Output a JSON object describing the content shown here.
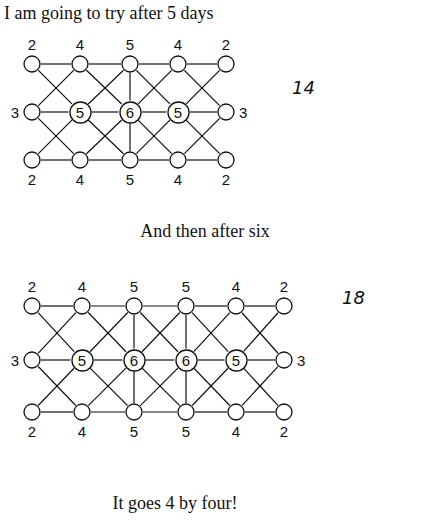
{
  "diagram": {
    "nodes": [
      {
        "text": [
          "2"
        ]
      },
      {
        "text": [
          "4"
        ]
      },
      {
        "text": [
          "5"
        ]
      },
      {
        "text": [
          "4"
        ]
      },
      {
        "text": [
          "2"
        ]
      },
      {
        "text": [
          "3"
        ]
      },
      {
        "text": [
          "5"
        ]
      },
      {
        "text": [
          "6"
        ]
      },
      {
        "text": [
          "5"
        ]
      },
      {
        "text": [
          "3"
        ]
      },
      {
        "text": [
          "2"
        ]
      },
      {
        "text": [
          "4"
        ]
      },
      {
        "text": [
          "5"
        ]
      },
      {
        "text": [
          "4"
        ]
      },
      {
        "text": [
          "2"
        ]
      },
      {
        "text": [
          "2"
        ]
      },
      {
        "text": [
          "4"
        ]
      },
      {
        "text": [
          "5"
        ]
      },
      {
        "text": [
          "5"
        ]
      },
      {
        "text": [
          "4"
        ]
      },
      {
        "text": [
          "2"
        ]
      },
      {
        "text": [
          "3"
        ]
      },
      {
        "text": [
          "5"
        ]
      },
      {
        "text": [
          "6"
        ]
      },
      {
        "text": [
          "6"
        ]
      },
      {
        "text": [
          "5"
        ]
      },
      {
        "text": [
          "3"
        ]
      },
      {
        "text": [
          "2"
        ]
      },
      {
        "text": [
          "4"
        ]
      },
      {
        "text": [
          "5"
        ]
      },
      {
        "text": [
          "5"
        ]
      },
      {
        "text": [
          "4"
        ]
      },
      {
        "text": [
          "2"
        ]
      }
    ],
    "edges": [
      {
        "from": 0,
        "to": 1,
        "arrow": "none"
      },
      {
        "from": 1,
        "to": 2,
        "arrow": "none"
      },
      {
        "from": 2,
        "to": 3,
        "arrow": "none"
      },
      {
        "from": 3,
        "to": 4,
        "arrow": "none"
      },
      {
        "from": 5,
        "to": 6,
        "arrow": "none"
      },
      {
        "from": 6,
        "to": 7,
        "arrow": "none"
      },
      {
        "from": 7,
        "to": 8,
        "arrow": "none"
      },
      {
        "from": 8,
        "to": 9,
        "arrow": "none"
      },
      {
        "from": 10,
        "to": 11,
        "arrow": "none"
      },
      {
        "from": 11,
        "to": 12,
        "arrow": "none"
      },
      {
        "from": 12,
        "to": 13,
        "arrow": "none"
      },
      {
        "from": 13,
        "to": 14,
        "arrow": "none"
      },
      {
        "from": 0,
        "to": 6,
        "arrow": "none"
      },
      {
        "from": 1,
        "to": 7,
        "arrow": "none"
      },
      {
        "from": 2,
        "to": 8,
        "arrow": "none"
      },
      {
        "from": 3,
        "to": 9,
        "arrow": "none"
      },
      {
        "from": 5,
        "to": 1,
        "arrow": "none"
      },
      {
        "from": 6,
        "to": 2,
        "arrow": "none"
      },
      {
        "from": 7,
        "to": 3,
        "arrow": "none"
      },
      {
        "from": 8,
        "to": 4,
        "arrow": "none"
      },
      {
        "from": 5,
        "to": 11,
        "arrow": "none"
      },
      {
        "from": 6,
        "to": 12,
        "arrow": "none"
      },
      {
        "from": 7,
        "to": 13,
        "arrow": "none"
      },
      {
        "from": 8,
        "to": 14,
        "arrow": "none"
      },
      {
        "from": 10,
        "to": 6,
        "arrow": "none"
      },
      {
        "from": 11,
        "to": 7,
        "arrow": "none"
      },
      {
        "from": 12,
        "to": 8,
        "arrow": "none"
      },
      {
        "from": 13,
        "to": 9,
        "arrow": "none"
      },
      {
        "from": 2,
        "to": 7,
        "arrow": "none"
      },
      {
        "from": 7,
        "to": 12,
        "arrow": "none"
      },
      {
        "from": 15,
        "to": 16,
        "arrow": "none"
      },
      {
        "from": 16,
        "to": 17,
        "arrow": "none"
      },
      {
        "from": 17,
        "to": 18,
        "arrow": "none"
      },
      {
        "from": 18,
        "to": 19,
        "arrow": "none"
      },
      {
        "from": 19,
        "to": 20,
        "arrow": "none"
      },
      {
        "from": 21,
        "to": 22,
        "arrow": "none"
      },
      {
        "from": 22,
        "to": 23,
        "arrow": "none"
      },
      {
        "from": 23,
        "to": 24,
        "arrow": "none"
      },
      {
        "from": 24,
        "to": 25,
        "arrow": "none"
      },
      {
        "from": 25,
        "to": 26,
        "arrow": "none"
      },
      {
        "from": 27,
        "to": 28,
        "arrow": "none"
      },
      {
        "from": 28,
        "to": 29,
        "arrow": "none"
      },
      {
        "from": 29,
        "to": 30,
        "arrow": "none"
      },
      {
        "from": 30,
        "to": 31,
        "arrow": "none"
      },
      {
        "from": 31,
        "to": 32,
        "arrow": "none"
      },
      {
        "from": 15,
        "to": 22,
        "arrow": "none"
      },
      {
        "from": 16,
        "to": 23,
        "arrow": "none"
      },
      {
        "from": 17,
        "to": 24,
        "arrow": "none"
      },
      {
        "from": 18,
        "to": 25,
        "arrow": "none"
      },
      {
        "from": 19,
        "to": 26,
        "arrow": "none"
      },
      {
        "from": 21,
        "to": 16,
        "arrow": "none"
      },
      {
        "from": 22,
        "to": 17,
        "arrow": "none"
      },
      {
        "from": 23,
        "to": 18,
        "arrow": "none"
      },
      {
        "from": 24,
        "to": 19,
        "arrow": "none"
      },
      {
        "from": 25,
        "to": 20,
        "arrow": "none"
      },
      {
        "from": 21,
        "to": 28,
        "arrow": "none"
      },
      {
        "from": 22,
        "to": 29,
        "arrow": "none"
      },
      {
        "from": 23,
        "to": 30,
        "arrow": "none"
      },
      {
        "from": 24,
        "to": 31,
        "arrow": "none"
      },
      {
        "from": 25,
        "to": 32,
        "arrow": "none"
      },
      {
        "from": 27,
        "to": 22,
        "arrow": "none"
      },
      {
        "from": 28,
        "to": 23,
        "arrow": "none"
      },
      {
        "from": 29,
        "to": 24,
        "arrow": "none"
      },
      {
        "from": 30,
        "to": 25,
        "arrow": "none"
      },
      {
        "from": 31,
        "to": 26,
        "arrow": "none"
      },
      {
        "from": 17,
        "to": 23,
        "arrow": "none"
      },
      {
        "from": 23,
        "to": 29,
        "arrow": "none"
      },
      {
        "from": 18,
        "to": 24,
        "arrow": "none"
      },
      {
        "from": 24,
        "to": 30,
        "arrow": "none"
      }
    ],
    "labels": [
      "I am going to try after 5 days",
      "14",
      "And then after six",
      "18",
      "It goes 4 by four!"
    ]
  }
}
